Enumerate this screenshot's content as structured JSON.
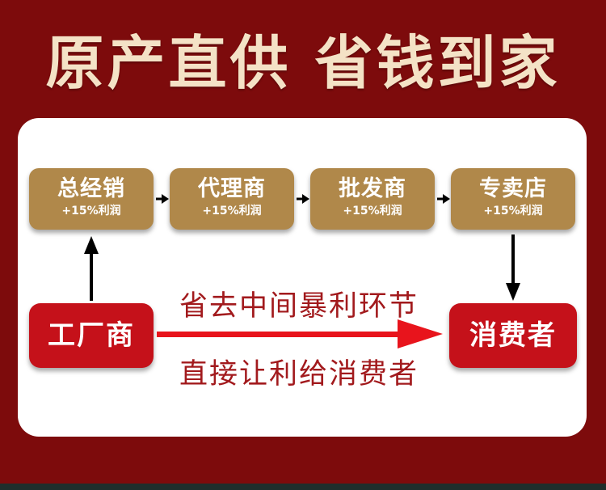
{
  "headline": "原产直供 省钱到家",
  "chain": [
    {
      "title": "总经销",
      "margin": "+15%利润"
    },
    {
      "title": "代理商",
      "margin": "+15%利润"
    },
    {
      "title": "批发商",
      "margin": "+15%利润"
    },
    {
      "title": "专卖店",
      "margin": "+15%利润"
    }
  ],
  "factory": "工厂商",
  "consumer": "消费者",
  "caption_top": "省去中间暴利环节",
  "caption_bottom": "直接让利给消费者",
  "colors": {
    "background": "#7d0b0c",
    "headline": "#f4e2c6",
    "chain_node": "#b0884a",
    "red_node": "#c5111a",
    "direct_arrow": "#e8141c",
    "caption": "#a21a1d"
  }
}
